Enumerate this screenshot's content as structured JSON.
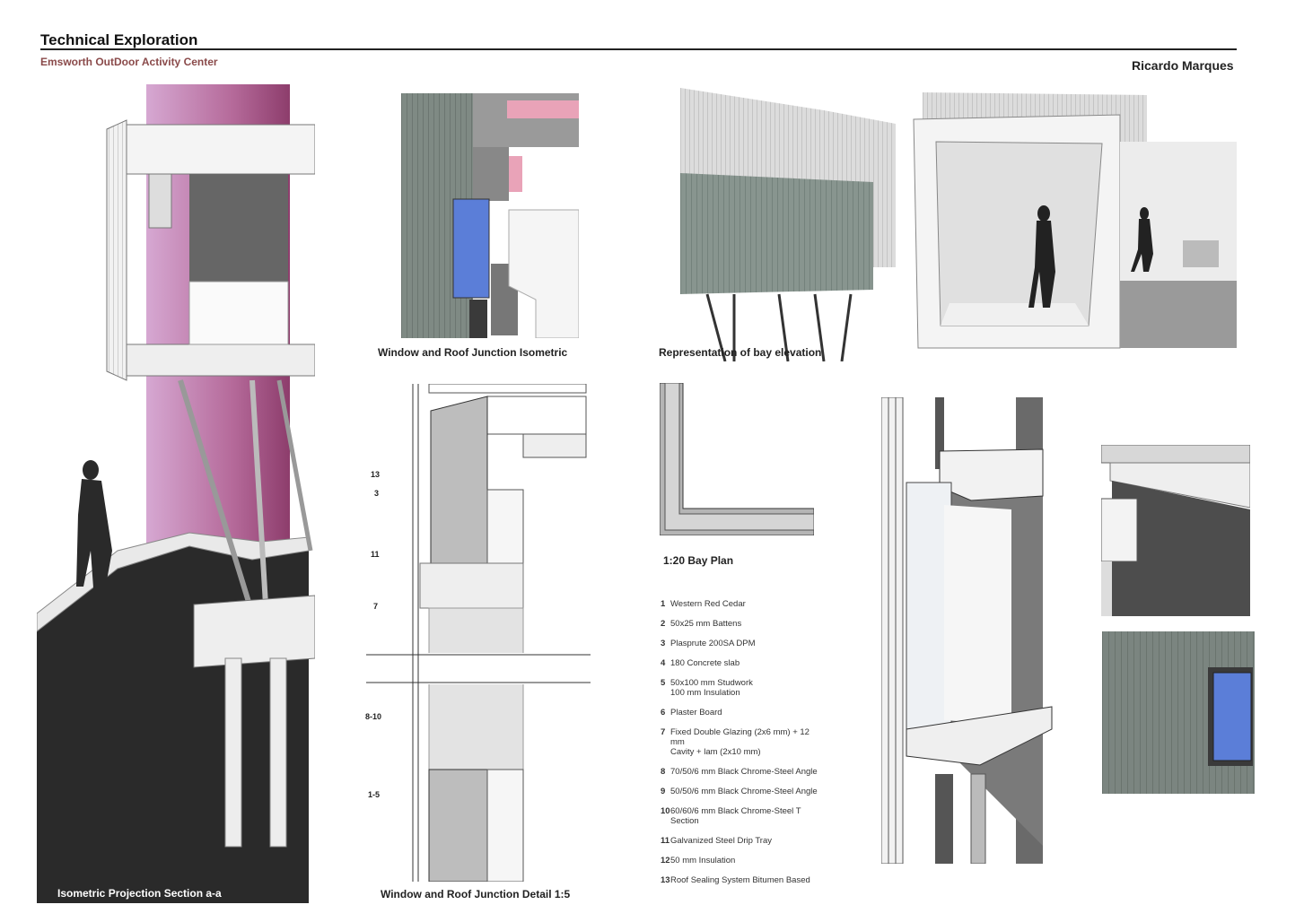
{
  "header": {
    "title": "Technical Exploration",
    "subtitle": "Emsworth OutDoor Activity Center",
    "author": "Ricardo Marques"
  },
  "captions": {
    "isometric_section": "Isometric Projection Section a-a",
    "junction_isometric": "Window and Roof Junction Isometric",
    "bay_elevation": "Representation of bay elevation",
    "junction_detail": "Window and Roof Junction Detail 1:5",
    "bay_plan": "1:20 Bay Plan"
  },
  "detail_labels": [
    "13",
    "3",
    "11",
    "7",
    "8-10",
    "1-5"
  ],
  "legend": [
    {
      "num": "1",
      "text": "Western Red Cedar"
    },
    {
      "num": "2",
      "text": "50x25 mm Battens"
    },
    {
      "num": "3",
      "text": "Plasprute 200SA DPM"
    },
    {
      "num": "4",
      "text": "180 Concrete slab"
    },
    {
      "num": "5",
      "text": "50x100 mm Studwork\n100 mm Insulation"
    },
    {
      "num": "6",
      "text": "Plaster Board"
    },
    {
      "num": "7",
      "text": "Fixed Double Glazing (2x6 mm) + 12 mm\nCavity + lam (2x10 mm)"
    },
    {
      "num": "8",
      "text": "70/50/6 mm Black Chrome-Steel Angle"
    },
    {
      "num": "9",
      "text": "50/50/6 mm Black Chrome-Steel Angle"
    },
    {
      "num": "10",
      "text": "60/60/6 mm Black Chrome-Steel T Section"
    },
    {
      "num": "11",
      "text": "Galvanized Steel Drip Tray"
    },
    {
      "num": "12",
      "text": "50 mm Insulation"
    },
    {
      "num": "13",
      "text": "Roof Sealing System Bitumen Based"
    }
  ],
  "colors": {
    "accent_subtitle": "#8a4a4a",
    "magenta_column": "#b0608f",
    "glazing_blue": "#5b7ed8",
    "insulation_pink": "#e9a3b8",
    "dark_ground": "#2a2a2a"
  }
}
